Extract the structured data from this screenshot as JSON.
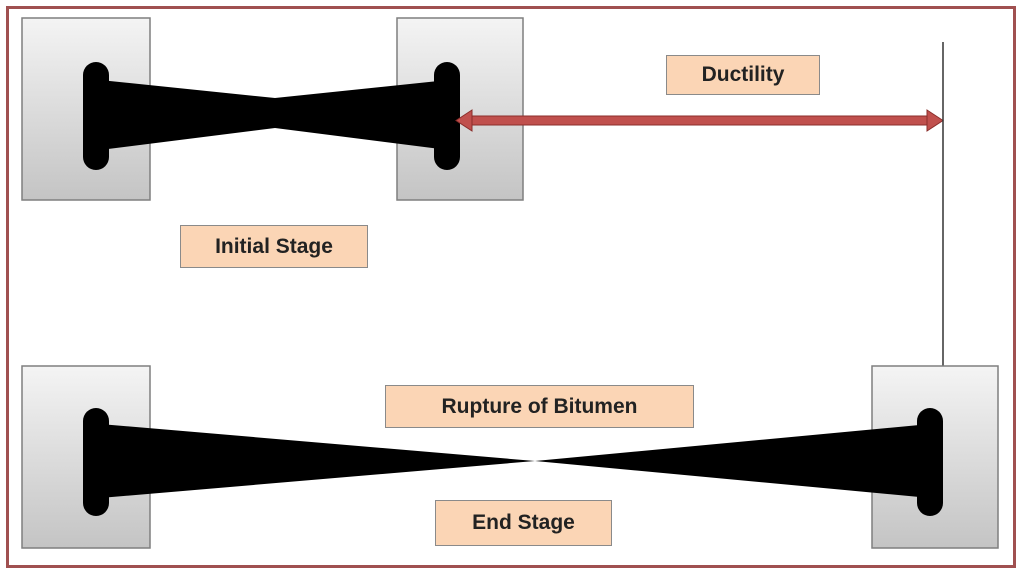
{
  "labels": {
    "ductility": "Ductility",
    "initial_stage": "Initial Stage",
    "rupture": "Rupture of Bitumen",
    "end_stage": "End Stage"
  },
  "colors": {
    "frame": "#a05050",
    "clip_fill": "#d9d9d9",
    "specimen": "#000000",
    "arrow": "#c0504d",
    "label_fill": "#fbd5b5"
  }
}
